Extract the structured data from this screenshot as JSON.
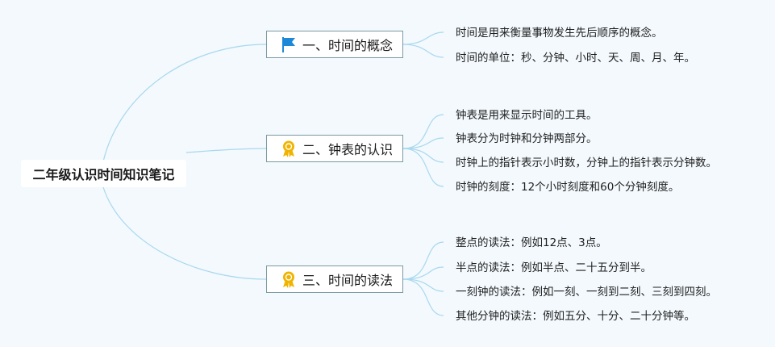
{
  "root": {
    "label": "二年级认识时间知识笔记"
  },
  "branches": [
    {
      "label": "一、时间的概念",
      "icon": "blue-flag-icon",
      "items": [
        "时间是用来衡量事物发生先后顺序的概念。",
        "时间的单位：秒、分钟、小时、天、周、月、年。"
      ]
    },
    {
      "label": "二、钟表的认识",
      "icon": "award-ribbon-icon",
      "items": [
        "钟表是用来显示时间的工具。",
        "钟表分为时钟和分钟两部分。",
        "时钟上的指针表示小时数，分钟上的指针表示分钟数。",
        "时钟的刻度：12个小时刻度和60个分钟刻度。"
      ]
    },
    {
      "label": "三、时间的读法",
      "icon": "award-ribbon-icon",
      "items": [
        "整点的读法：例如12点、3点。",
        "半点的读法：例如半点、二十五分到半。",
        "一刻钟的读法：例如一刻、一刻到二刻、三刻到四刻。",
        "其他分钟的读法：例如五分、十分、二十分钟等。"
      ]
    }
  ],
  "colors": {
    "background": "#f3f9fd",
    "link": "#a8d8ee",
    "flag": "#1e88d8",
    "award": "#f0b400"
  }
}
